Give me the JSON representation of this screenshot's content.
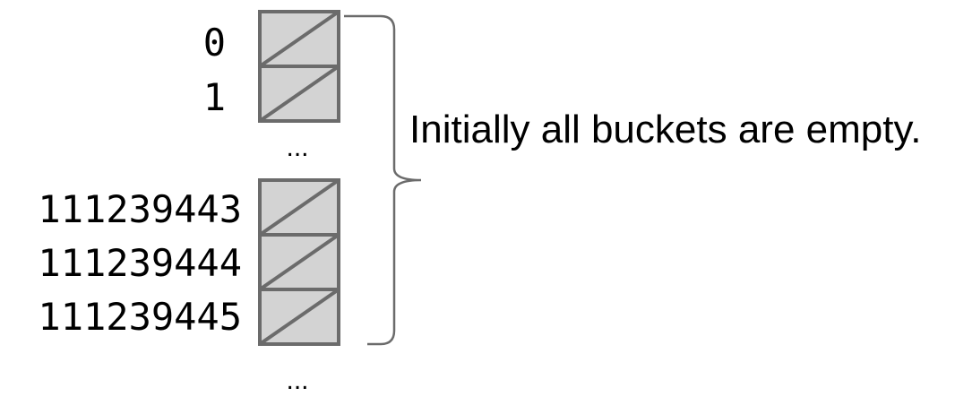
{
  "bucket_fill": "#d3d3d3",
  "bucket_stroke": "#6b6b6b",
  "brace_stroke": "#6b6b6b",
  "top_buckets": [
    {
      "index": "0"
    },
    {
      "index": "1"
    }
  ],
  "bottom_buckets": [
    {
      "index": "111239443"
    },
    {
      "index": "111239444"
    },
    {
      "index": "111239445"
    }
  ],
  "ellipsis_middle": "...",
  "ellipsis_bottom": "...",
  "caption": "Initially all buckets are empty."
}
